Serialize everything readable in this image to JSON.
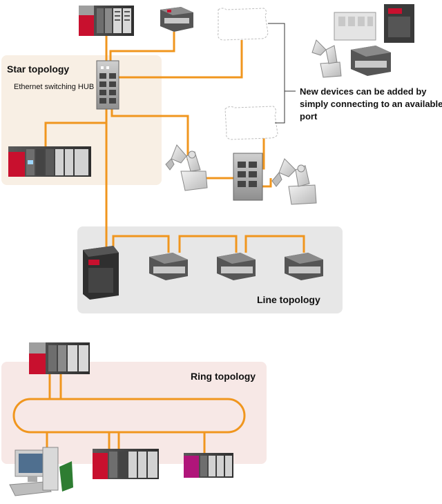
{
  "star": {
    "title": "Star topology",
    "hub_label": "Ethernet switching HUB"
  },
  "line": {
    "title": "Line topology"
  },
  "ring": {
    "title": "Ring topology"
  },
  "note": {
    "text": "New devices can be added by simply connecting to an available port"
  },
  "colors": {
    "cable": "#f0961e",
    "star_zone": "#f8efe4",
    "line_zone": "#e7e7e7",
    "ring_zone": "#f7e8e6",
    "plc_red": "#c8102e",
    "device_dark": "#3c3c3c",
    "device_grey": "#9a9a9a",
    "robot": "#d9d9d9"
  }
}
